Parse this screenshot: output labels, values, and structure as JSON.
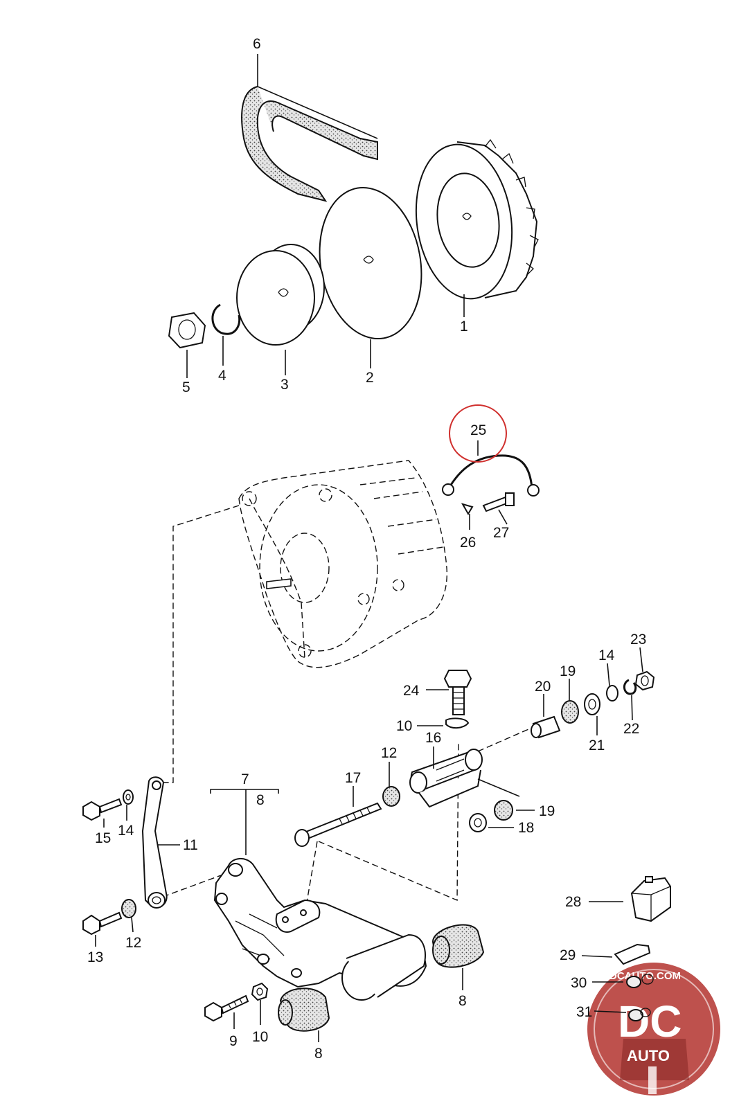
{
  "callouts": {
    "c1": "1",
    "c2": "2",
    "c3": "3",
    "c4": "4",
    "c5": "5",
    "c6": "6",
    "c25": "25",
    "c26": "26",
    "c27": "27",
    "c23": "23",
    "c14a": "14",
    "c19a": "19",
    "c20": "20",
    "c24": "24",
    "c10a": "10",
    "c16": "16",
    "c12a": "12",
    "c17": "17",
    "c21": "21",
    "c22": "22",
    "c19b": "19",
    "c18": "18",
    "c7": "7",
    "c8a": "8",
    "c15": "15",
    "c14b": "14",
    "c11": "11",
    "c13": "13",
    "c12b": "12",
    "c8b": "8",
    "c9": "9",
    "c10b": "10",
    "c8c": "8",
    "c28": "28",
    "c29": "29",
    "c30": "30",
    "c31": "31"
  },
  "watermark": {
    "site": "DCAUTO.COM",
    "logo_letters": "DC",
    "logo_word": "AUTO"
  },
  "colors": {
    "highlight": "#d0302e",
    "watermark_red": "#b8423e"
  }
}
